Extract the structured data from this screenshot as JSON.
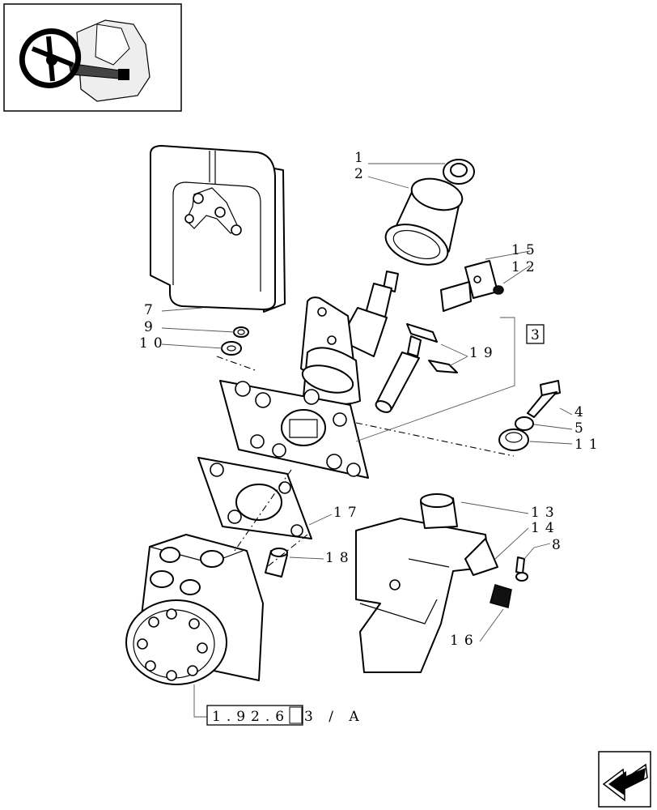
{
  "diagram": {
    "callouts": [
      {
        "id": "c1",
        "text": "1"
      },
      {
        "id": "c2",
        "text": "2"
      },
      {
        "id": "c15",
        "text": "15"
      },
      {
        "id": "c12",
        "text": "12"
      },
      {
        "id": "c7",
        "text": "7"
      },
      {
        "id": "c9",
        "text": "9"
      },
      {
        "id": "c10",
        "text": "10"
      },
      {
        "id": "c19",
        "text": "19"
      },
      {
        "id": "c4",
        "text": "4"
      },
      {
        "id": "c5",
        "text": "5"
      },
      {
        "id": "c11",
        "text": "11"
      },
      {
        "id": "c17",
        "text": "17"
      },
      {
        "id": "c13",
        "text": "13"
      },
      {
        "id": "c14",
        "text": "14"
      },
      {
        "id": "c8",
        "text": "8"
      },
      {
        "id": "c18",
        "text": "18"
      },
      {
        "id": "c16",
        "text": "16"
      }
    ],
    "ref_box": "3",
    "reference": {
      "main": "1.92.6",
      "suffix": "3 / A"
    }
  },
  "icons": {
    "thumbnail": "steering-wheel-icon",
    "nav": "arrow-back-icon"
  }
}
